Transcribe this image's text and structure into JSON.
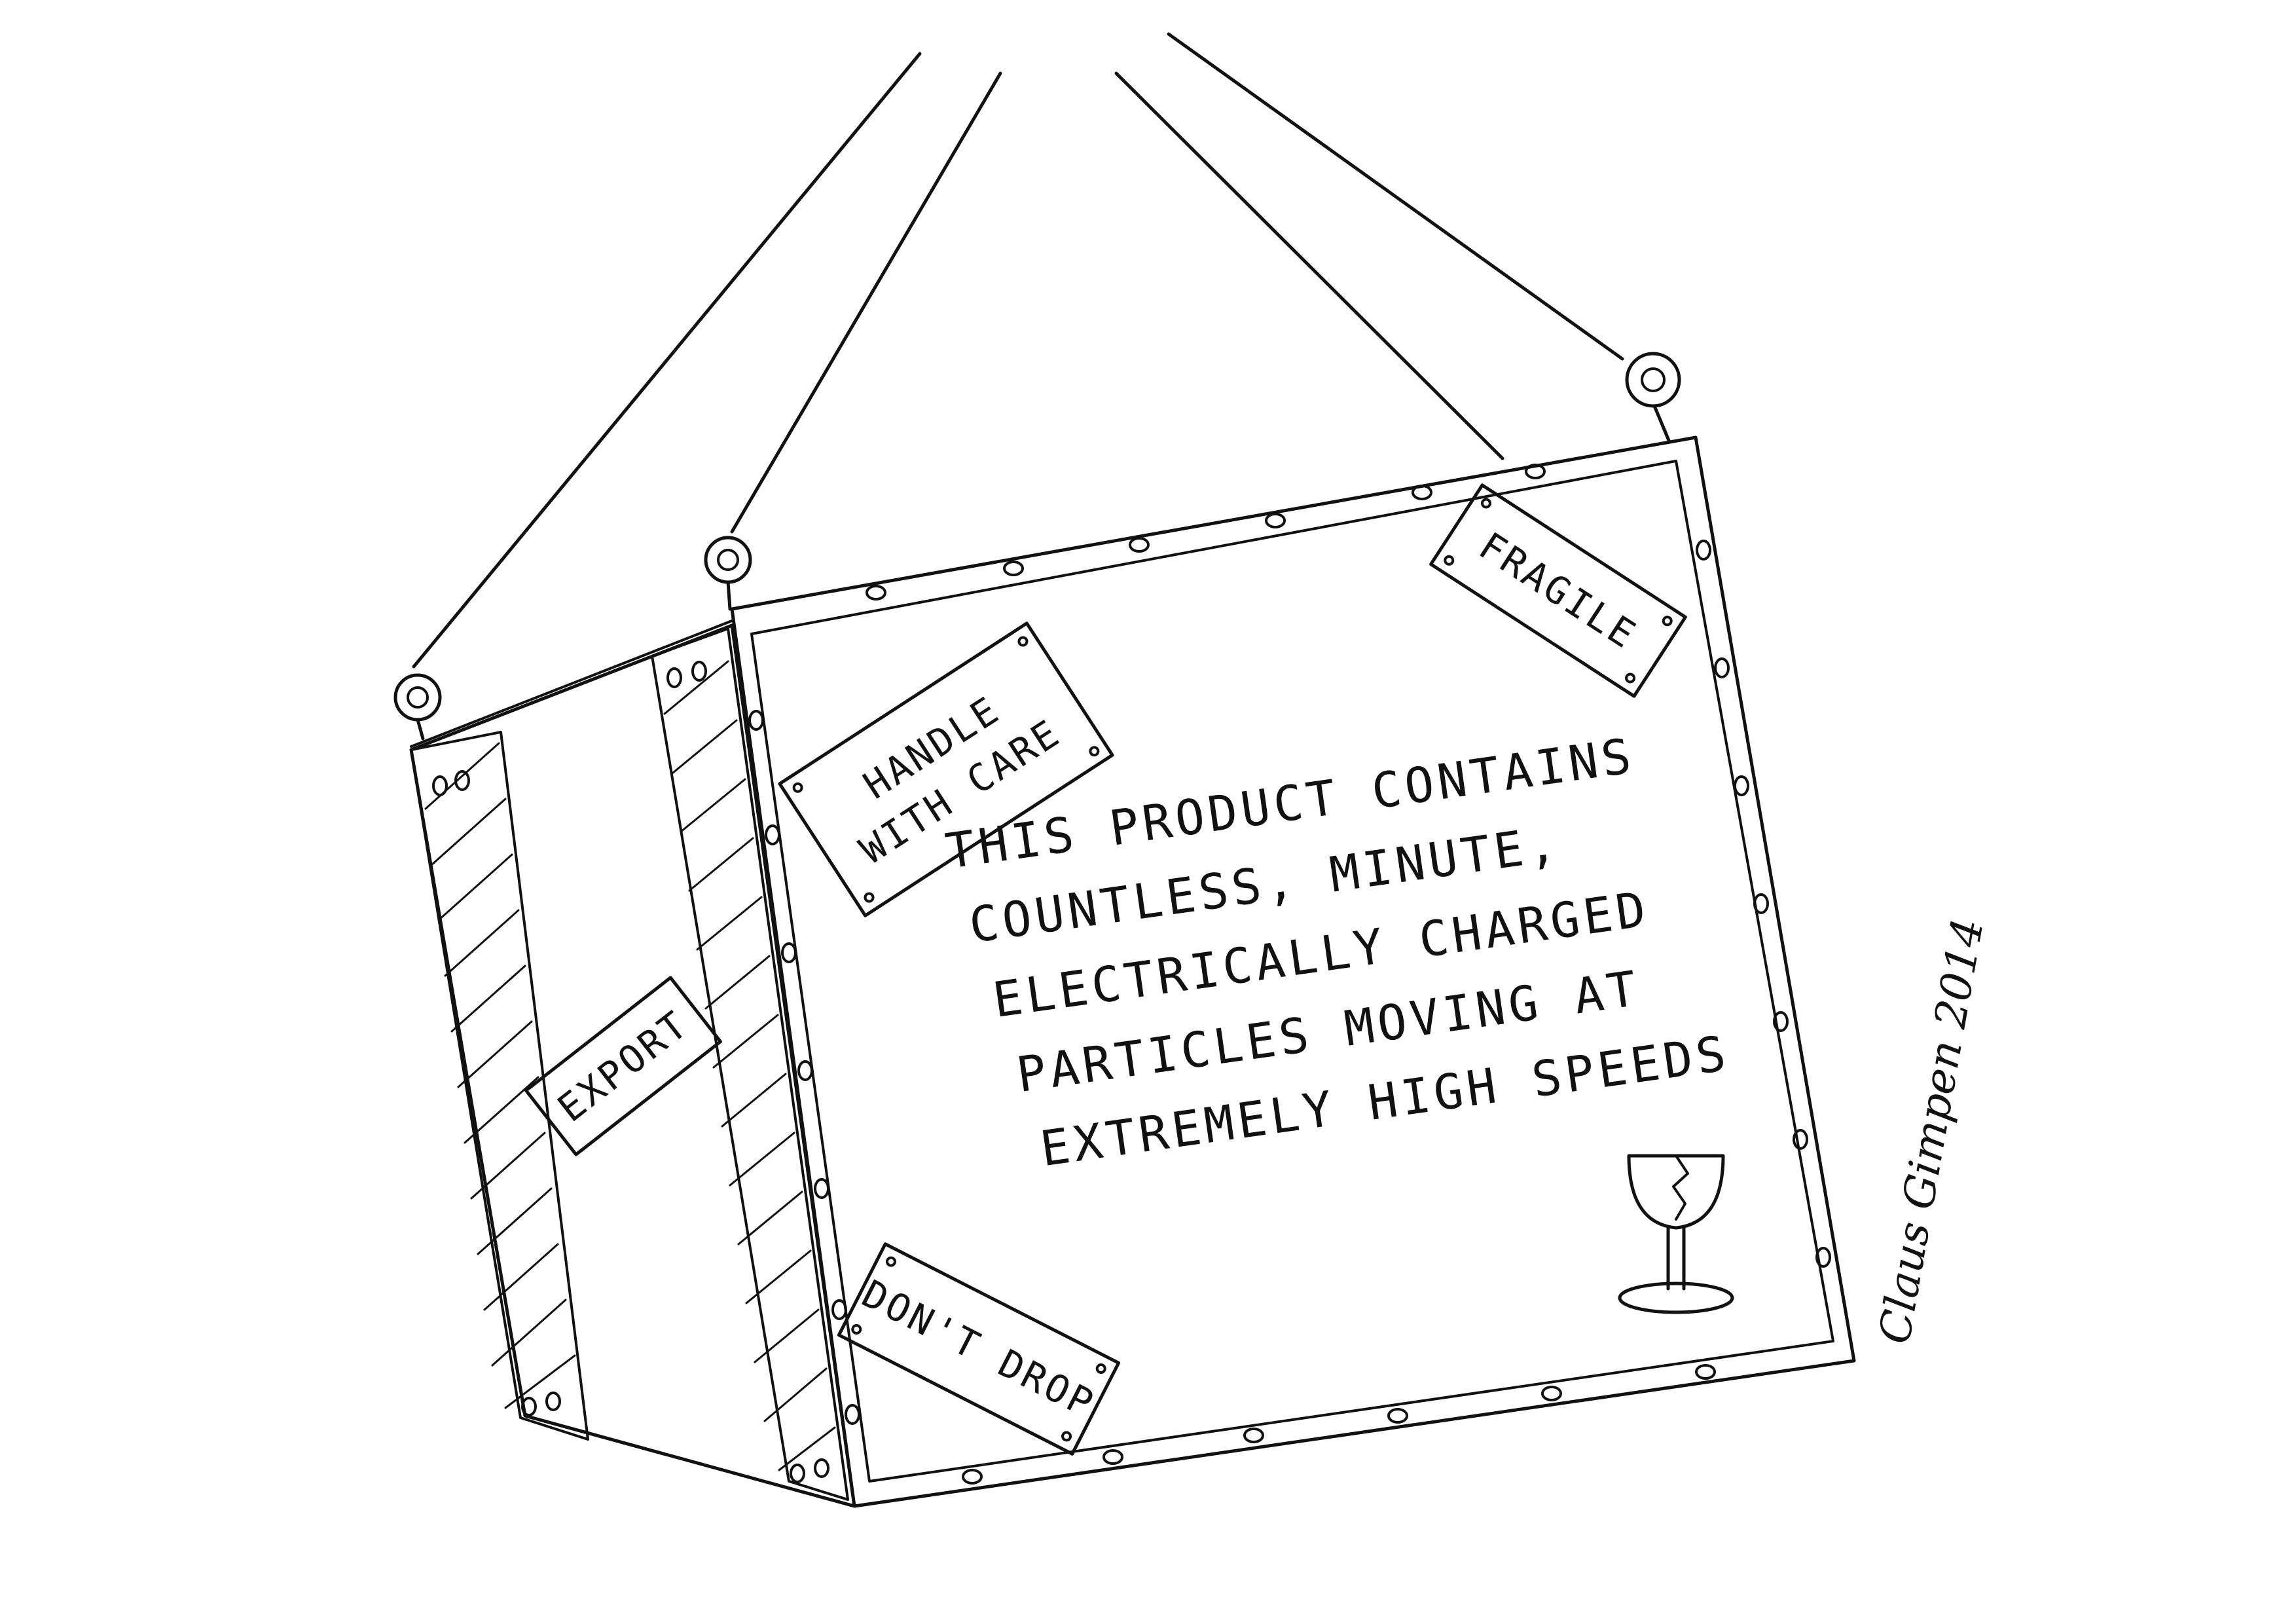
{
  "main_message": {
    "lines": [
      "THIS PRODUCT CONTAINS",
      "COUNTLESS, MINUTE,",
      "ELECTRICALLY CHARGED",
      "PARTICLES MOVING AT",
      "EXTREMELY HIGH SPEEDS"
    ]
  },
  "labels": {
    "handle_with_care": [
      "HANDLE",
      "WITH CARE"
    ],
    "fragile": "FRAGILE",
    "export": "EXPORT",
    "dont_drop": "DON'T DROP"
  },
  "signature": "Claus Gimpen 2014",
  "icons": {
    "broken_glass": "broken-glass-icon"
  }
}
